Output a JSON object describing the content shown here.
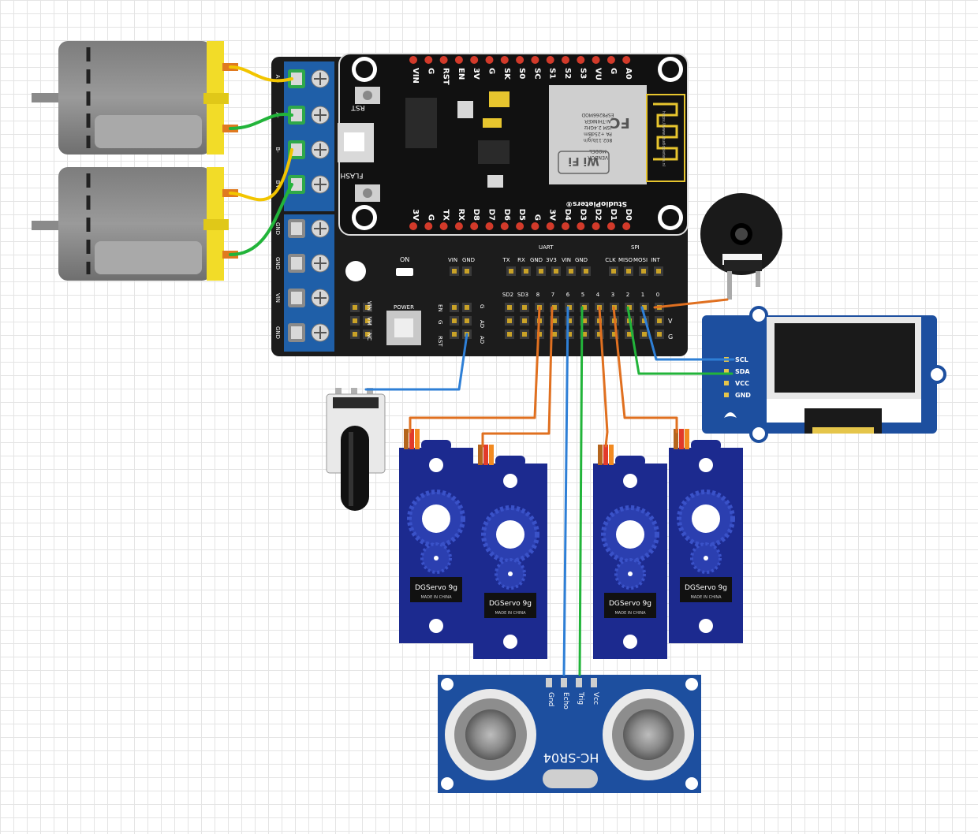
{
  "board": {
    "top_pins": [
      "VIN",
      "G",
      "RST",
      "EN",
      "3V",
      "G",
      "SK",
      "S0",
      "SC",
      "S1",
      "S2",
      "S3",
      "VU",
      "G",
      "A0"
    ],
    "bottom_pins": [
      "3V",
      "G",
      "TX",
      "RX",
      "D8",
      "D7",
      "D6",
      "D5",
      "G",
      "3V",
      "D4",
      "D3",
      "D2",
      "D1",
      "D0"
    ],
    "rst_label": "RST",
    "flash_label": "FLASH",
    "brand": "StudioPieters®",
    "chip_line1": "ESP8266MOD",
    "chip_line2": "AI-THINKER",
    "chip_line3": "ISM 2.4GHz",
    "chip_line4": "PA +25dBm",
    "chip_line5": "802.11b/g/n",
    "model": "MODEL",
    "vendor": "VENDOR",
    "fc": "FC",
    "wifi": "Wi Fi",
    "url": "https://www.studiopieters.nl"
  },
  "shield": {
    "on_label": "ON",
    "power_label": "POWER",
    "vin_gnd_top": [
      "VIN",
      "GND"
    ],
    "uart_label": "UART",
    "spi_label": "SPI",
    "uart_pins": [
      "TX",
      "RX",
      "GND",
      "3V3",
      "VIN",
      "GND"
    ],
    "spi_pins": [
      "CLK",
      "MISO",
      "MOSI",
      "INT"
    ],
    "gpio_labels": [
      "SD2",
      "SD3",
      "8",
      "7",
      "6",
      "5",
      "4",
      "3",
      "2",
      "1",
      "0"
    ],
    "side_v": "V",
    "side_g": "G",
    "en_labels": [
      "EN",
      "G",
      "RST"
    ],
    "g_ad_labels": [
      "G",
      "AD",
      "AD"
    ],
    "vin_vm_nc": [
      "VIN",
      "VM",
      "NC"
    ],
    "motor_terminals": [
      "A+",
      "A-",
      "B-",
      "B+"
    ],
    "power_terminals": [
      "GND",
      "GND",
      "VIN",
      "GND"
    ]
  },
  "oled": {
    "pins": [
      "SCL",
      "SDA",
      "VCC",
      "GND"
    ]
  },
  "servos": [
    {
      "label": "DGServo 9g",
      "sub": "MADE IN CHINA"
    },
    {
      "label": "DGServo 9g",
      "sub": "MADE IN CHINA"
    },
    {
      "label": "DGServo 9g",
      "sub": "MADE IN CHINA"
    },
    {
      "label": "DGServo 9g",
      "sub": "MADE IN CHINA"
    }
  ],
  "ultrasonic": {
    "name": "HC-SR04",
    "pins": [
      "Gnd",
      "Echo",
      "Trig",
      "Vcc"
    ]
  },
  "colors": {
    "board": "#1c1c1c",
    "terminal": "#1f5fa8",
    "motor_cap": "#f5e12a",
    "servo": "#1c2a8f",
    "sensor": "#1d4f9f",
    "wire_orange": "#e07020",
    "wire_green": "#22b43a",
    "wire_blue": "#2e7fd6",
    "wire_yellow": "#f2c500"
  }
}
